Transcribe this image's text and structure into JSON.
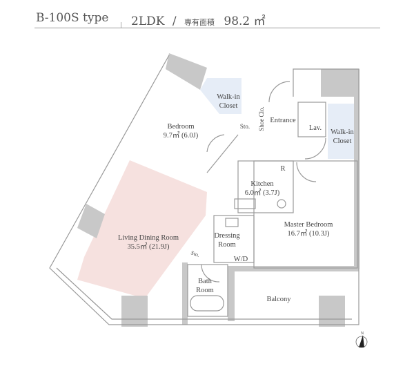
{
  "header": {
    "type_name": "B-100S type",
    "layout": "2LDK",
    "separator": "/",
    "area_label": "専有面積",
    "area_value": "98.2 ㎡"
  },
  "rooms": {
    "walkin_closet_1": {
      "line1": "Walk-in",
      "line2": "Closet"
    },
    "bedroom": {
      "name": "Bedroom",
      "size": "9.7㎡ (6.0J)"
    },
    "storage_1": "Sto.",
    "shoe_closet": "Shoe Clo.",
    "entrance": "Entrance",
    "lavatory": "Lav.",
    "walkin_closet_2": {
      "line1": "Walk-in",
      "line2": "Closet"
    },
    "refrigerator": "R",
    "kitchen": {
      "name": "Kitchen",
      "size": "6.0㎡ (3.7J)"
    },
    "living": {
      "name": "Living Dining Room",
      "size": "35.5㎡ (21.9J)"
    },
    "dressing": {
      "line1": "Dressing",
      "line2": "Room"
    },
    "master_bedroom": {
      "name": "Master Bedroom",
      "size": "16.7㎡ (10.3J)"
    },
    "storage_2": "Sto.",
    "washer_dryer": "W/D",
    "bath": {
      "line1": "Bath",
      "line2": "Room"
    },
    "balcony": "Balcony"
  },
  "compass": {
    "label": "N"
  },
  "colors": {
    "wall": "#c8c8c8",
    "closet": "#e6edf7",
    "living": "#f6e1df",
    "line": "#999999"
  }
}
